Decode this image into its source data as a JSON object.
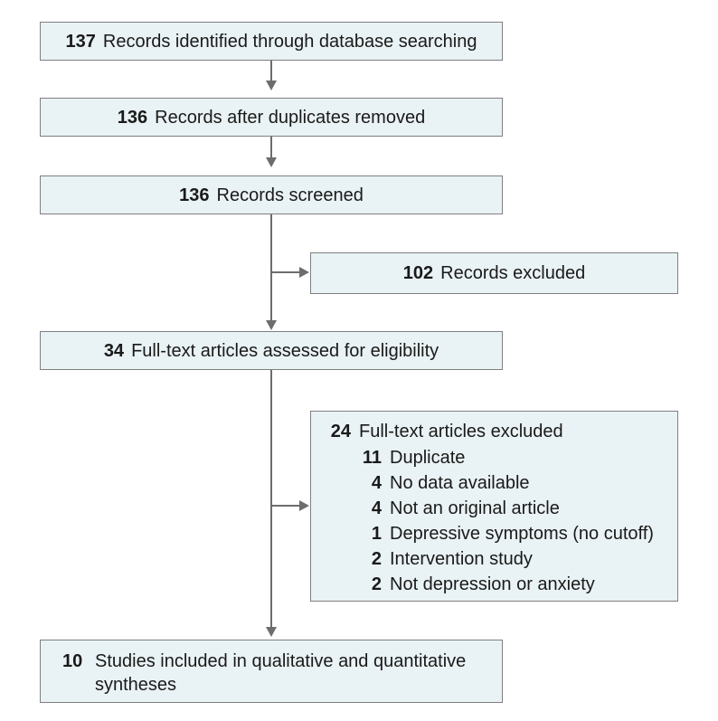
{
  "boxes": {
    "identified": {
      "count": "137",
      "text": "Records identified through database searching"
    },
    "after_duplicates": {
      "count": "136",
      "text": "Records after duplicates removed"
    },
    "screened": {
      "count": "136",
      "text": "Records screened"
    },
    "records_excluded": {
      "count": "102",
      "text": "Records excluded"
    },
    "full_text_assessed": {
      "count": "34",
      "text": "Full-text articles assessed for eligibility"
    },
    "full_text_excluded": {
      "count": "24",
      "text": "Full-text articles excluded",
      "reasons": [
        {
          "count": "11",
          "text": "Duplicate"
        },
        {
          "count": "4",
          "text": "No data available"
        },
        {
          "count": "4",
          "text": "Not an original article"
        },
        {
          "count": "1",
          "text": "Depressive symptoms (no cutoff)"
        },
        {
          "count": "2",
          "text": "Intervention study"
        },
        {
          "count": "2",
          "text": "Not depression or anxiety"
        }
      ]
    },
    "included": {
      "count": "10",
      "text_line1": "Studies included in qualitative and quantitative",
      "text_line2": "syntheses"
    }
  }
}
